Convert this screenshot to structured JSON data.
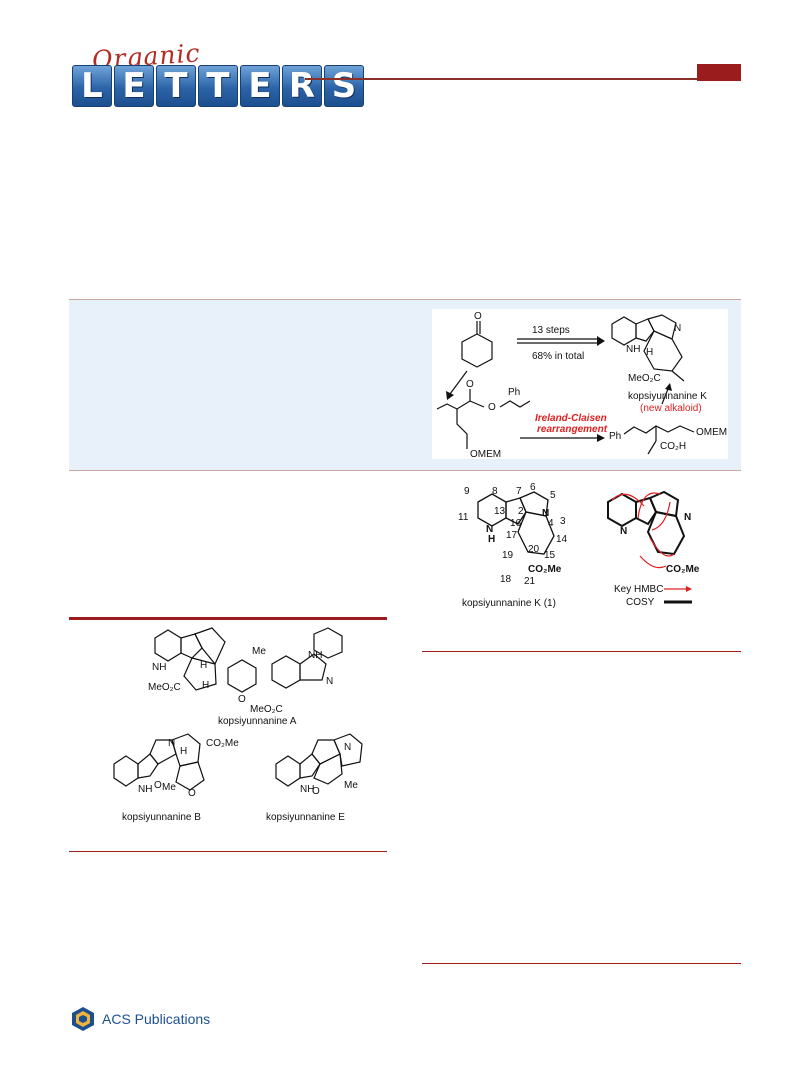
{
  "journal": {
    "script_word": "Organic",
    "tile_letters": [
      "L",
      "E",
      "T",
      "T",
      "E",
      "R",
      "S"
    ]
  },
  "toc": {
    "steps_label": "13 steps",
    "yield_label": "68% in total",
    "product_name": "kopsiyunnanine K",
    "product_note": "(new alkaloid)",
    "reaction_name_1": "Ireland-Claisen",
    "reaction_name_2": "rearrangement",
    "groups": {
      "ph_top": "Ph",
      "ph_bottom": "Ph",
      "ome_left": "OMEM",
      "ome_right": "OMEM",
      "co2h": "CO₂H",
      "meo2c": "MeO₂C",
      "nh": "NH",
      "n": "N",
      "h": "H",
      "o": "O"
    }
  },
  "figure_right": {
    "caption": "kopsiyunnanine K (1)",
    "key_hmbc": "Key HMBC",
    "cosy": "COSY",
    "numbers": [
      "9",
      "8",
      "7",
      "6",
      "5",
      "13",
      "2",
      "11",
      "N",
      "4",
      "3",
      "16",
      "17",
      "14",
      "19",
      "20",
      "15",
      "18",
      "21"
    ],
    "co2me": "CO₂Me",
    "nh": "N",
    "h": "H"
  },
  "figure_left": {
    "label_a": "kopsiyunnanine A",
    "label_b": "kopsiyunnanine B",
    "label_e": "kopsiyunnanine E",
    "meo2c_1": "MeO₂C",
    "meo2c_2": "MeO₂C",
    "co2me": "CO₂Me",
    "me_1": "Me",
    "me_2": "Me",
    "me_3": "Me",
    "nh": "NH",
    "h": "H",
    "o": "O",
    "n": "N"
  },
  "publisher": {
    "name": "ACS Publications"
  },
  "colors": {
    "brand_red": "#9b1c1c",
    "brand_blue": "#1d4f8f",
    "abstract_bg": "#e8f0fa",
    "annotation_red": "#e02020"
  }
}
